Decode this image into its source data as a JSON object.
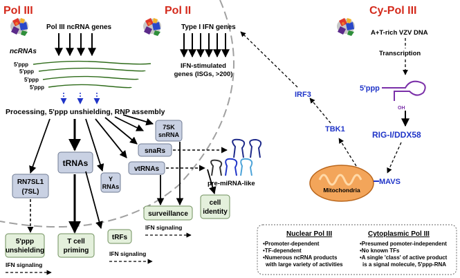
{
  "sections": {
    "pol3": "Pol III",
    "pol2": "Pol II",
    "cypol3": "Cy-Pol III"
  },
  "pol3_panel": {
    "genes": "Pol III ncRNA genes",
    "ncrnas": "ncRNAs",
    "ppp": "5'ppp",
    "processing": "Processing, 5'ppp unshielding, RNP assembly",
    "rn7sl1_line1": "RN7SL1",
    "rn7sl1_line2": "(7SL)",
    "trnas": "tRNAs",
    "y_line1": "Y",
    "y_line2": "RNAs",
    "sk7_line1": "7SK",
    "sk7_line2": "snRNA",
    "snars": "snaRs",
    "vtrnas": "vtRNAs",
    "premirna": "pre-miRNA-like",
    "surveillance": "surveillance",
    "cell_identity_line1": "cell",
    "cell_identity_line2": "identity",
    "unshield_line1": "5'ppp",
    "unshield_line2": "unshielding",
    "tcell_line1": "T cell",
    "tcell_line2": "priming",
    "trfs": "tRFs",
    "ifn_signaling": "IFN signaling"
  },
  "pol2_panel": {
    "genes": "Type I IFN genes",
    "isgs_line1": "IFN-stimulated",
    "isgs_line2": "genes (ISGs, >200)"
  },
  "cypol3_panel": {
    "dna": "A+T-rich VZV DNA",
    "transcription": "Transcription",
    "ppp": "5'ppp",
    "oh": "OH",
    "rigi": "RIG-I/DDX58",
    "mavs": "MAVS",
    "mitochondria": "Mitochondria",
    "tbk1": "TBK1",
    "irf3": "IRF3"
  },
  "legend": {
    "nuclear_title": "Nuclear Pol III",
    "nuclear_items": [
      "•Promoter-dependent",
      "•TF-dependent",
      "•Numerous ncRNA products",
      "with large variety of activities"
    ],
    "cyto_title": "Cytoplasmic Pol III",
    "cyto_items": [
      "•Presumed pomoter-independent",
      "•No known TFs",
      "•A single 'class' of active product",
      "is a signal molecule, 5'ppp-RNA"
    ]
  },
  "colors": {
    "red": "#d42a1c",
    "blue": "#1f34c8",
    "box": "#c9d1e3",
    "green_box": "#e4f0dc",
    "ncrna_line": "#2e6b1a",
    "mito": "#f3a55a",
    "hairpin": "#7a2fa8"
  },
  "icons": [
    "polymerase-icon"
  ]
}
